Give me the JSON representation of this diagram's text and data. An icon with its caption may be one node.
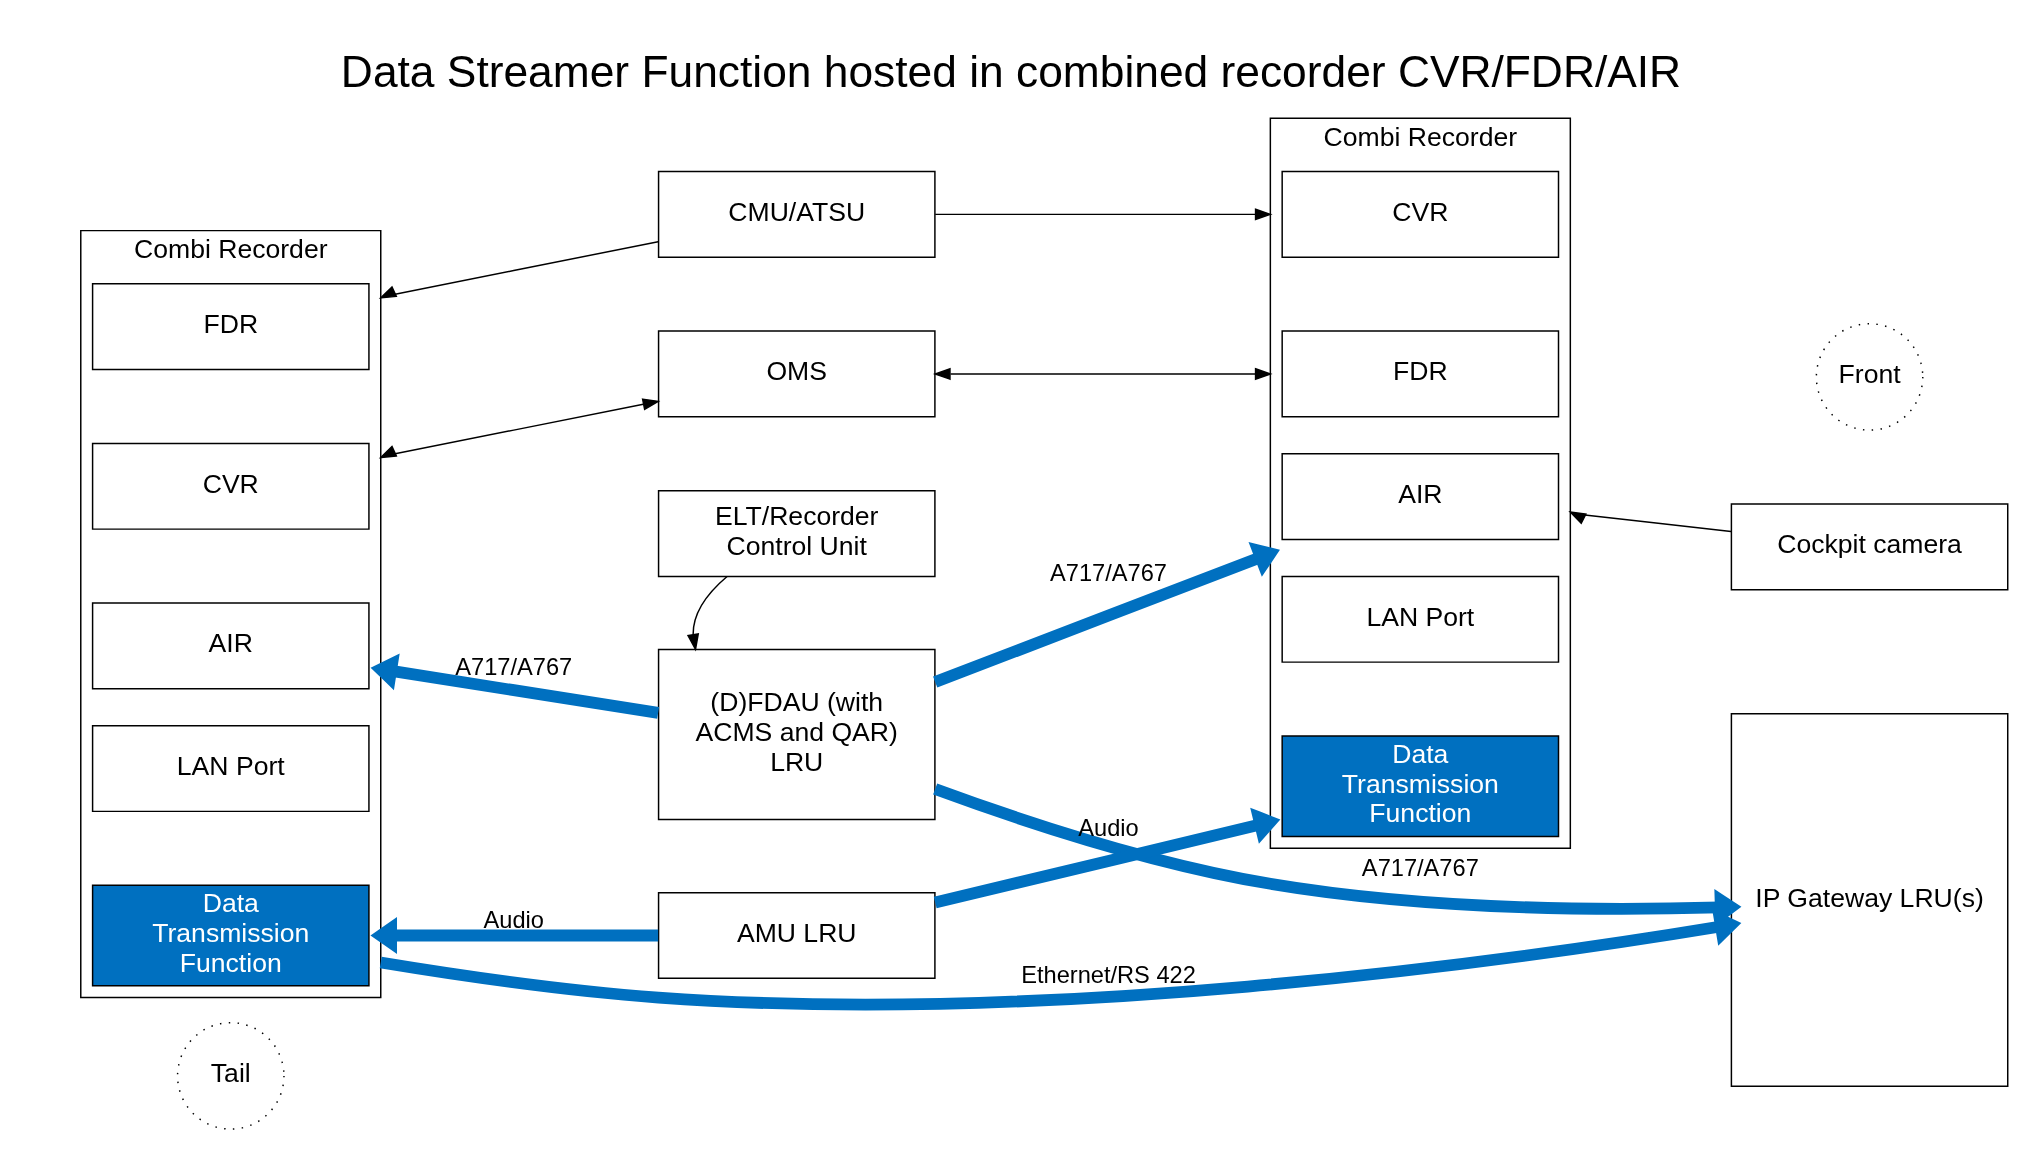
{
  "diagram": {
    "title": "Data Streamer Function hosted in combined recorder CVR/FDR/AIR",
    "nodes": [
      {
        "text": [
          "Tail"
        ]
      },
      {
        "text": [
          "Front"
        ]
      },
      {
        "text": [
          "OMS"
        ]
      },
      {
        "text": [
          "CMU/ATSU"
        ]
      },
      {
        "text": [
          "Cockpit camera"
        ]
      },
      {
        "text": [
          "ELT/Recorder Control Unit"
        ]
      },
      {
        "text": [
          "Combi Recorder"
        ]
      },
      {
        "text": [
          "FDR"
        ],
        "in": 6
      },
      {
        "text": [
          "CVR"
        ],
        "in": 6
      },
      {
        "text": [
          "AIR"
        ],
        "in": 6
      },
      {
        "text": [
          "LAN Port"
        ],
        "in": 6
      },
      {
        "text": [
          "Data Transmission Function"
        ],
        "in": 6
      },
      {
        "text": [
          "(D)FDAU (with ACMS and QAR) LRU"
        ]
      },
      {
        "text": [
          "Combi Recorder"
        ]
      },
      {
        "text": [
          "FDR"
        ],
        "in": 13
      },
      {
        "text": [
          "CVR"
        ],
        "in": 13
      },
      {
        "text": [
          "AIR"
        ],
        "in": 13
      },
      {
        "text": [
          "Data Transmission Function"
        ],
        "in": 13
      },
      {
        "text": [
          "LAN Port"
        ],
        "in": 13
      },
      {
        "text": [
          "IP Gateway LRU(s)"
        ]
      },
      {
        "text": [
          "AMU LRU"
        ]
      }
    ],
    "edges": [
      {
        "from": 3,
        "to": 6,
        "arrow": "to"
      },
      {
        "from": 2,
        "to": 6,
        "arrow": "both"
      },
      {
        "from": 2,
        "to": 13,
        "arrow": "both"
      },
      {
        "from": 3,
        "to": 13,
        "arrow": "to"
      },
      {
        "from": 4,
        "to": 13,
        "arrow": "to"
      },
      {
        "from": 5,
        "to": 12,
        "arrow": "to"
      },
      {
        "from": 12,
        "to": 6,
        "arrow": "to",
        "label": "A717/A767",
        "style": "thick",
        "color": "#0070c0"
      },
      {
        "from": 12,
        "to": 13,
        "arrow": "to",
        "label": "A717/A767",
        "style": "thick",
        "color": "#0070c0"
      },
      {
        "from": 12,
        "to": 19,
        "arrow": "to",
        "label": "A717/A767",
        "style": "thick",
        "color": "#0070c0"
      },
      {
        "from": 20,
        "to": 6,
        "arrow": "to",
        "label": "Audio",
        "style": "thick",
        "color": "#0070c0"
      },
      {
        "from": 20,
        "to": 13,
        "arrow": "to",
        "label": "Audio",
        "style": "thick",
        "color": "#0070c0"
      },
      {
        "from": 6,
        "to": 19,
        "arrow": "to",
        "label": "Ethernet/RS 422",
        "style": "thick",
        "color": "#0070c0"
      }
    ]
  }
}
